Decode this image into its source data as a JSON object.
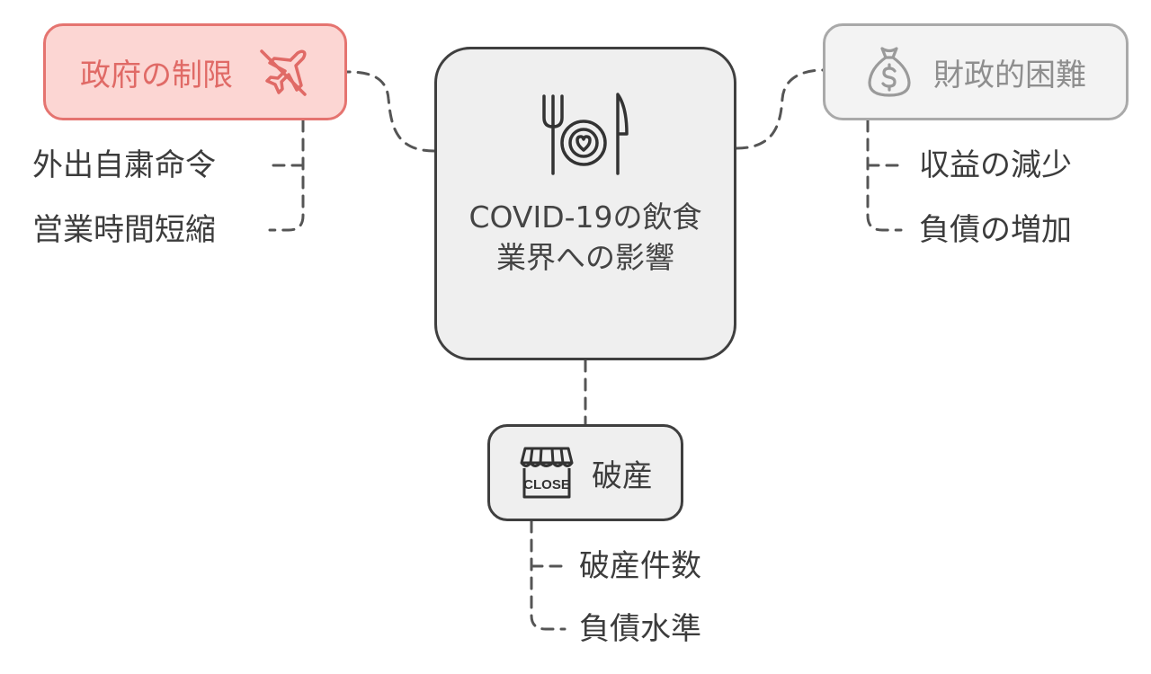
{
  "center": {
    "title": "COVID-19の飲食業界への影響",
    "icon": "fork-knife-plate-heart-icon"
  },
  "branches": {
    "government": {
      "label": "政府の制限",
      "icon": "airplane-off-icon",
      "color": "#e57470",
      "items": [
        "外出自粛命令",
        "営業時間短縮"
      ]
    },
    "financial": {
      "label": "財政的困難",
      "icon": "money-bag-icon",
      "color": "#a9a9a9",
      "items": [
        "収益の減少",
        "負債の増加"
      ]
    },
    "bankruptcy": {
      "label": "破産",
      "icon": "closed-store-icon",
      "icon_text": "CLOSE",
      "color": "#3f3f3f",
      "items": [
        "破産件数",
        "負債水準"
      ]
    }
  }
}
